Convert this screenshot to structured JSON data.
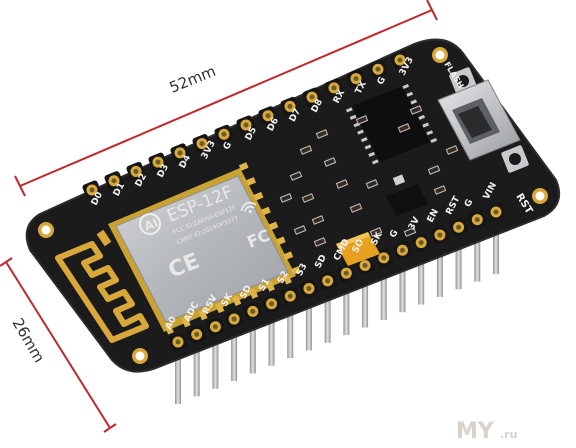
{
  "dimensions": {
    "length_label": "52mm",
    "width_label": "26mm"
  },
  "module": {
    "model": "ESP-12F",
    "fcc_id": "FCC ID:2ARHX-ESP12F",
    "cmiit_id": "CMIIT ID:2019DP3377",
    "logo_text": "AI",
    "cert_marks": [
      "CE",
      "FC"
    ]
  },
  "pins_top": [
    "D0",
    "D1",
    "D2",
    "D3",
    "D4",
    "3V3",
    "G",
    "D5",
    "D6",
    "D7",
    "D8",
    "RX",
    "TX",
    "G",
    "3V3"
  ],
  "pins_bottom": [
    "A0",
    "ADC",
    "RSV",
    "SK",
    "SD",
    "S1",
    "S2",
    "S3",
    "SD",
    "CMD",
    "SO",
    "SK",
    "G",
    "3V",
    "EN",
    "RST",
    "G",
    "VIN"
  ],
  "labels": {
    "rst": "RST",
    "flash": "FLASH"
  },
  "watermark": {
    "text": "MY",
    "suffix": ".ru"
  },
  "colors": {
    "board": "#1b1b1c",
    "gold": "#d9a83a",
    "shield": "#b9bcc0",
    "pin_header": "#151515",
    "dimension_line": "#c0282d",
    "button": "#e8a020"
  }
}
